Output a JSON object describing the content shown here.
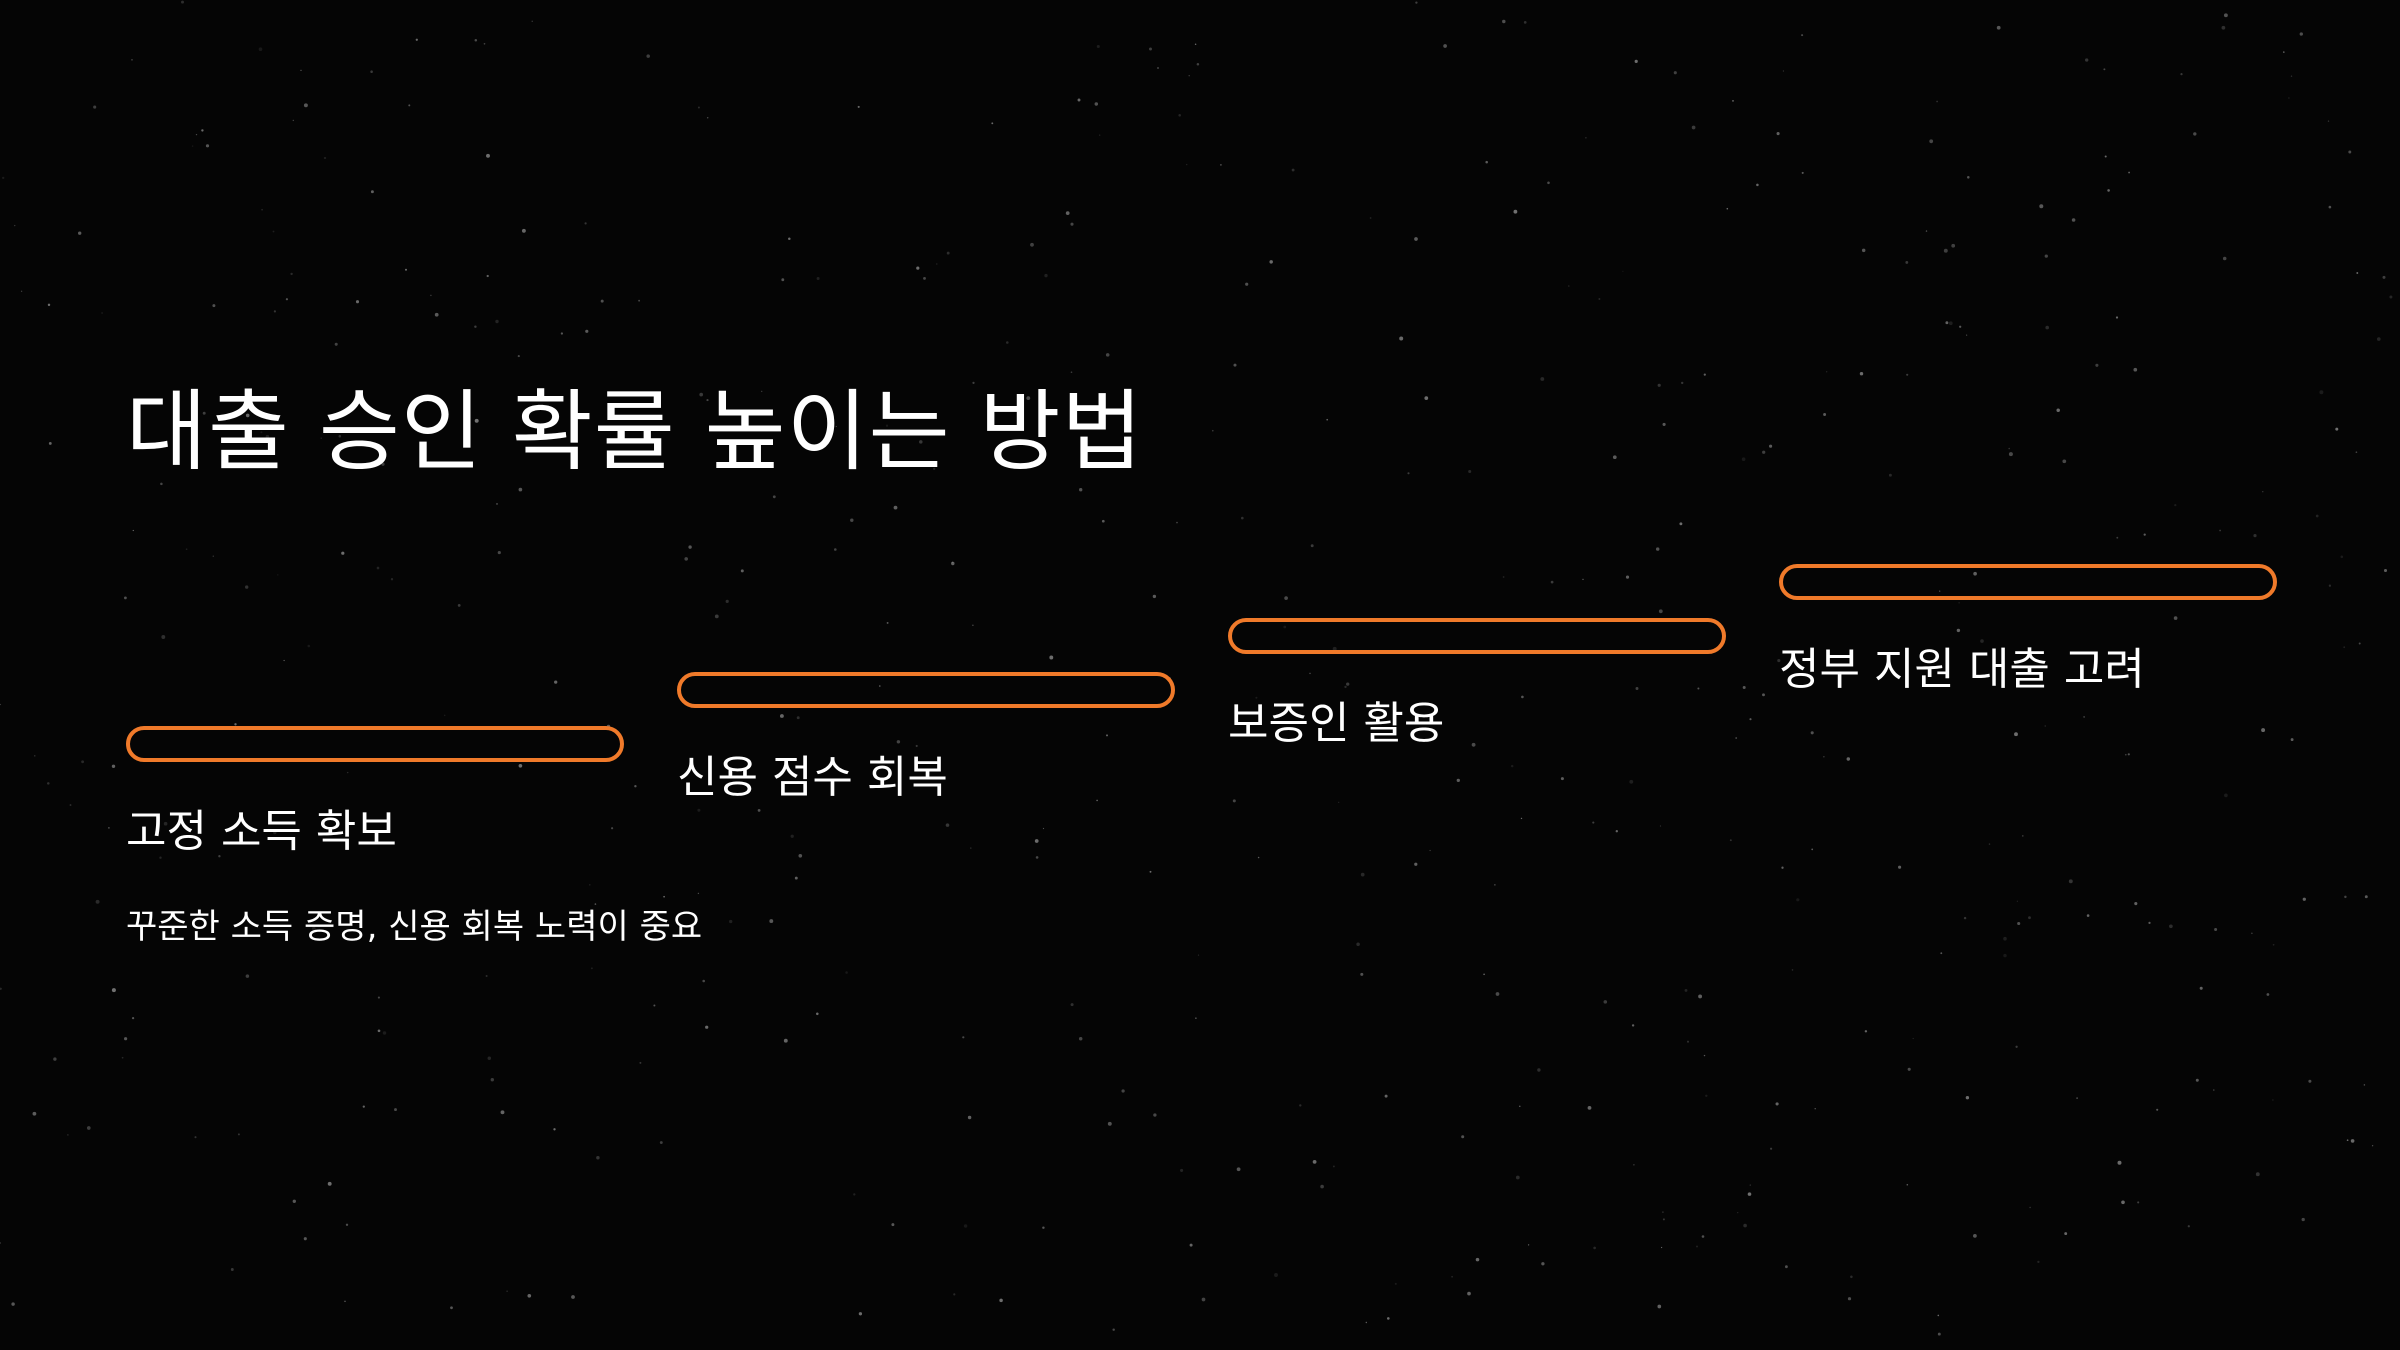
{
  "title": "대출 승인 확률 높이는 방법",
  "steps": [
    {
      "label": "고정 소득 확보",
      "description": "꾸준한 소득 증명, 신용 회복 노력이 중요"
    },
    {
      "label": "신용 점수 회복"
    },
    {
      "label": "보증인 활용"
    },
    {
      "label": "정부 지원 대출 고려"
    }
  ],
  "colors": {
    "background": "#050505",
    "accent": "#f07a2a",
    "text": "#ffffff"
  }
}
